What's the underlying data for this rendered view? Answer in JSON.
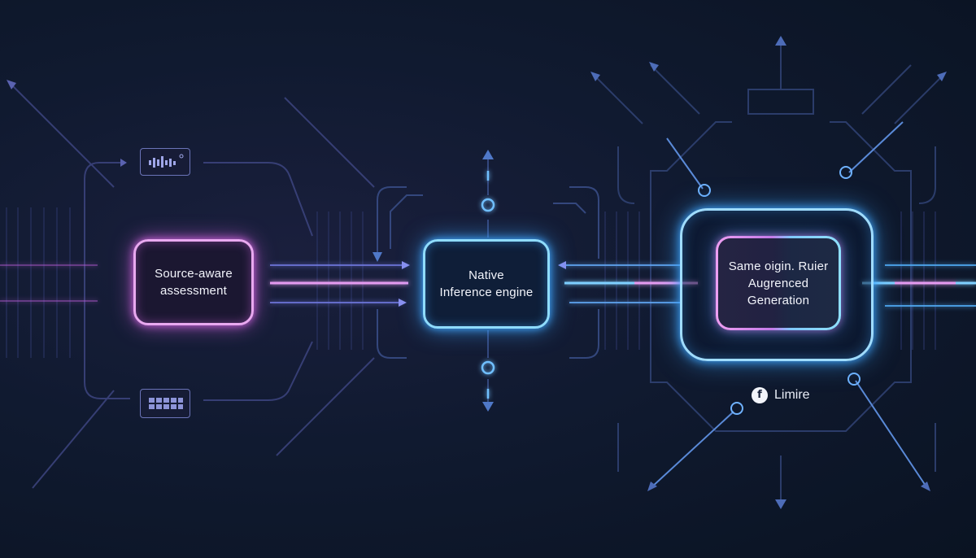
{
  "nodes": {
    "source": {
      "label": "Source-aware\nassessment",
      "accent": "#e9a9f0"
    },
    "inference": {
      "label": "Native\nInference engine",
      "accent": "#8fdcff"
    },
    "generation": {
      "label": "Same oigin. Ruier\nAugrenced\nGeneration",
      "accent": "#9fdcff"
    }
  },
  "brand": {
    "icon_letter": "f",
    "name": "Limire"
  },
  "icons": {
    "top_chip": "waveform-icon",
    "bottom_chip": "keyboard-icon"
  },
  "colors": {
    "background": "#0b1526",
    "pink_glow": "#c65fd6",
    "blue_glow": "#3fa6ff",
    "circuit_line": "#3a4a7a"
  }
}
